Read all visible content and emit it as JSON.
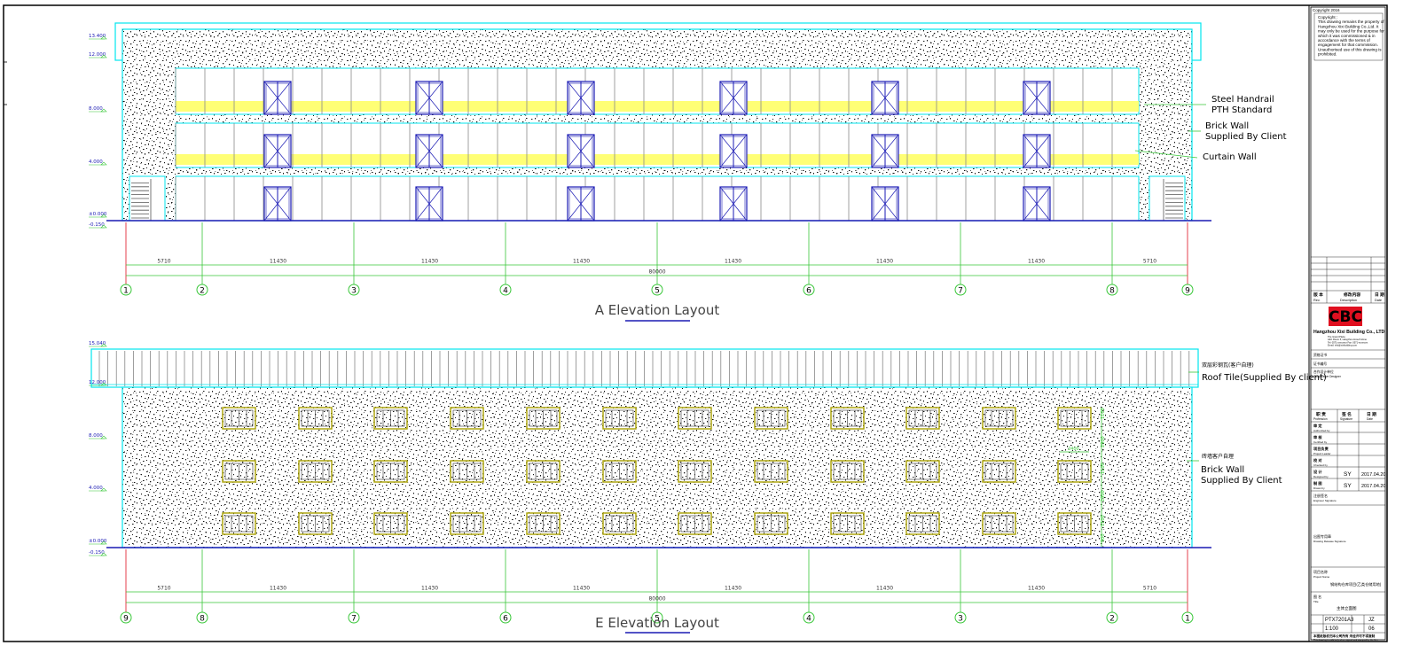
{
  "colors": {
    "cyan": "#00e5ee",
    "green": "#39c739",
    "blue": "#1a1ab4",
    "yellow": "#ffff66",
    "olive": "#a8a000",
    "red": "#e01020",
    "black": "#000000"
  },
  "drawing_a": {
    "title": "A  Elevation  Layout",
    "levels": [
      "13.400",
      "12.000",
      "8.000",
      "4.000",
      "±0.000",
      "-0.150"
    ],
    "labels": {
      "handrail_1": "Steel Handrail",
      "handrail_2": "PTH Standard",
      "brick_1": "Brick Wall",
      "brick_2": "Supplied By Client",
      "curtain": "Curtain Wall"
    },
    "grid_labels": [
      "1",
      "2",
      "3",
      "4",
      "5",
      "6",
      "7",
      "8",
      "9"
    ],
    "spans": [
      "5710",
      "11430",
      "11430",
      "11430",
      "11430",
      "11430",
      "11430",
      "5710"
    ],
    "total": "80000"
  },
  "drawing_e": {
    "title": "E  Elevation  Layout",
    "levels": [
      "15.040",
      "12.000",
      "8.000",
      "4.000",
      "±0.000",
      "-0.150"
    ],
    "labels": {
      "roof_cn": "双层彩钢瓦(客户自理)",
      "roof": "Roof Tile(Supplied By client)",
      "brick_cn": "砖墙客户自理",
      "brick_1": "Brick Wall",
      "brick_2": "Supplied By Client"
    },
    "grid_labels": [
      "9",
      "8",
      "7",
      "6",
      "5",
      "4",
      "3",
      "2",
      "1"
    ],
    "spans": [
      "5710",
      "11430",
      "11430",
      "11430",
      "11430",
      "11430",
      "11430",
      "5710"
    ],
    "total": "80000"
  },
  "title_block": {
    "copyright_header": "Copyright 2016",
    "copyright_lines": [
      "Copyright :",
      "This drawing remains the property of",
      "Hangzhou Xixi Building Co.,Ltd. It",
      "may only be used for the purpose for",
      "which it was commissioned & in",
      "accordance with the terms of",
      "engagement for that commission.",
      "Unauthorised use of this drawing is",
      "prohibited."
    ],
    "rev_headers": [
      "版 本",
      "修改内容",
      "日 期"
    ],
    "rev_headers_en": [
      "Rev.",
      "Description",
      "Date"
    ],
    "logo_text": "CBC",
    "company": "Hangzhou Xixi Building Co., LTD",
    "company_small_lines": [
      "The Grand Plaza",
      "Add: Room 5, Hangzhou Hi-tech Zone",
      "Tel: 0571-xxxxxxxx Fax: 0571-xxxxxxxx",
      "Email: info@xixibuilding.com"
    ],
    "fields": [
      "资格证书",
      "证书编号",
      "合作设计单位",
      "Cooperative Designer"
    ],
    "sign_headers": [
      "职 责",
      "签 名",
      "日 期"
    ],
    "sign_headers_en": [
      "Profession",
      "Signature",
      "Date"
    ],
    "roles": [
      {
        "cn": "审 定",
        "en": "Authorized by",
        "name": "",
        "date": ""
      },
      {
        "cn": "审 核",
        "en": "Certified by",
        "name": "",
        "date": ""
      },
      {
        "cn": "项目负责",
        "en": "Project Leader",
        "name": "",
        "date": ""
      },
      {
        "cn": "校 对",
        "en": "Checked by",
        "name": "",
        "date": ""
      },
      {
        "cn": "设 计",
        "en": "Designed by",
        "name": "SY",
        "date": "2017.04.20"
      },
      {
        "cn": "制 图",
        "en": "Drawn by",
        "name": "SY",
        "date": "2017.04.20"
      }
    ],
    "reg_sign": "注册签名",
    "reg_sign_en": "Engineer Signature",
    "stamp": "出图专用章",
    "stamp_en": "Drawing Release Signature",
    "project_cn": "项目名称",
    "project_en": "Project Name",
    "project_value": "钢结构仓库项目(乙类仓储用地)",
    "drawing_cn": "图 名",
    "drawing_en": "Title",
    "drawing_value": "主体立面图",
    "drawing_no": "PTX7201A3",
    "scale": "1:100",
    "sheet_code": "JZ",
    "sheet_no": "06",
    "footer_1": "本图纸版权归本公司所有 未经许可不得复制",
    "footer_2": "This drawing is valid only when signed and stamped by the firm"
  }
}
